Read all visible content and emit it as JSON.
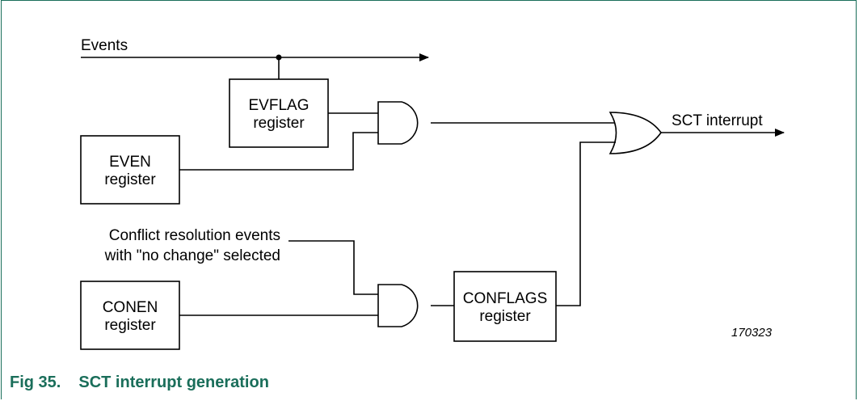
{
  "diagram": {
    "events_label": "Events",
    "evflag_line1": "EVFLAG",
    "evflag_line2": "register",
    "even_line1": "EVEN",
    "even_line2": "register",
    "conflict_line1": "Conflict resolution events",
    "conflict_line2": "with \"no change\" selected",
    "conen_line1": "CONEN",
    "conen_line2": "register",
    "conflags_line1": "CONFLAGS",
    "conflags_line2": "register",
    "output_label": "SCT interrupt",
    "figure_id": "170323"
  },
  "caption": {
    "number": "Fig 35.",
    "title": "SCT interrupt generation"
  },
  "colors": {
    "frame": "#1a6e5a",
    "caption": "#1a6e5a",
    "lines": "#000000"
  }
}
